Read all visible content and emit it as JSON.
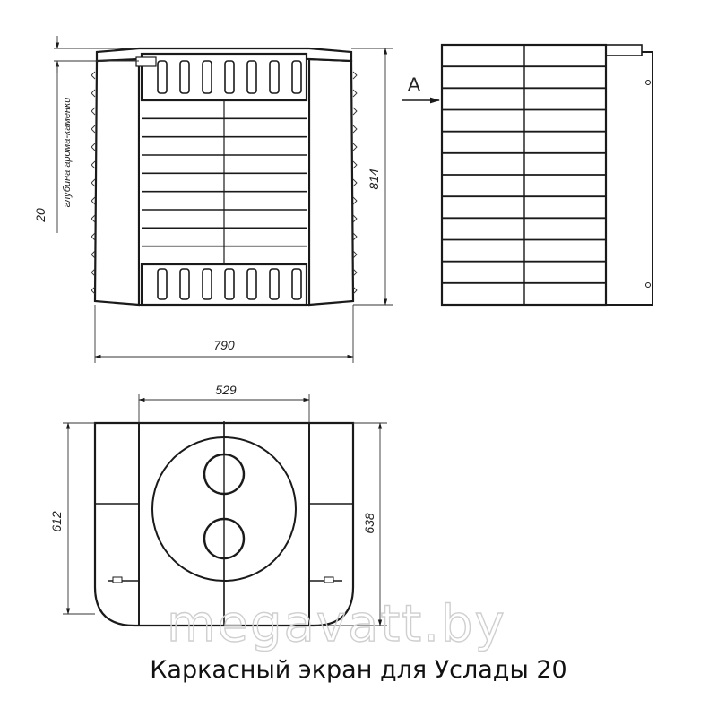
{
  "caption": "Каркасный экран для Услады 20",
  "watermark": "megavatt.by",
  "view_marker": "A",
  "dimensions": {
    "width_front": "790",
    "height_front": "814",
    "depth_aroma": "20",
    "depth_aroma_note": "глубина арома-каменки",
    "top_inner": "529",
    "top_left": "612",
    "top_right": "638"
  }
}
